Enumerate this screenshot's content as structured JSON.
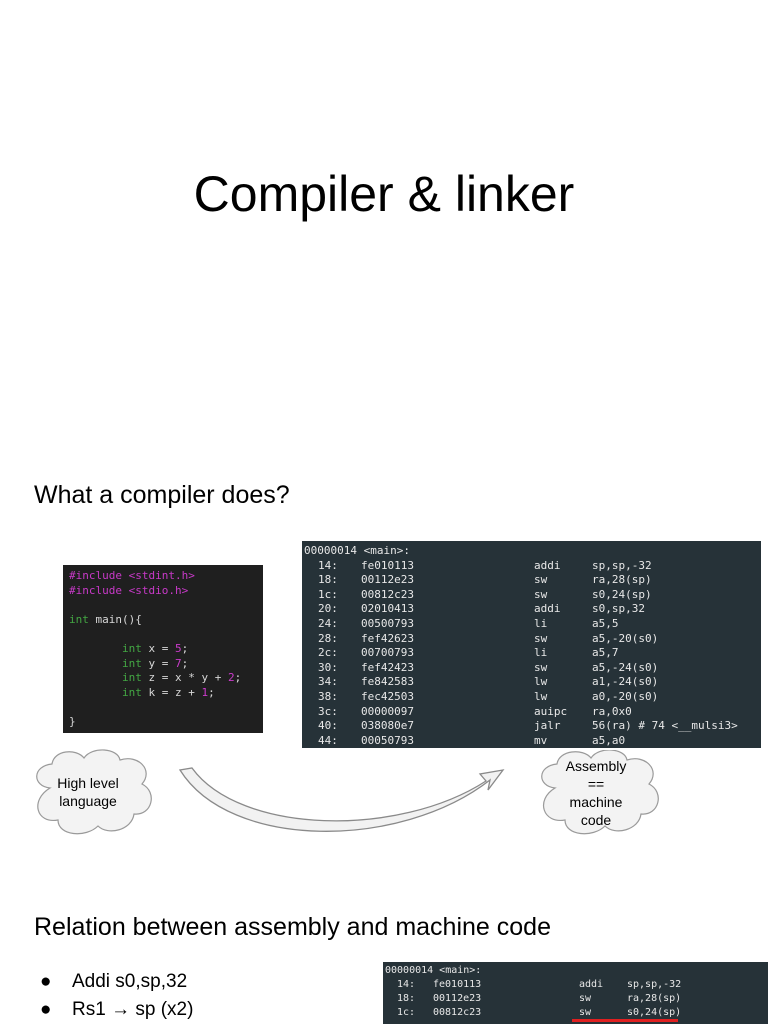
{
  "title": "Compiler & linker",
  "section1": {
    "heading": "What a compiler does?"
  },
  "c_code": [
    [
      {
        "t": "#include <stdint.h>",
        "c": "pp"
      }
    ],
    [
      {
        "t": "#include <stdio.h>",
        "c": "pp"
      }
    ],
    [
      {
        "t": "",
        "c": "plain"
      }
    ],
    [
      {
        "t": "int",
        "c": "kw"
      },
      {
        "t": " main(){",
        "c": "plain"
      }
    ],
    [
      {
        "t": "",
        "c": "plain"
      }
    ],
    [
      {
        "t": "        ",
        "c": "plain"
      },
      {
        "t": "int",
        "c": "kw"
      },
      {
        "t": " x = ",
        "c": "plain"
      },
      {
        "t": "5",
        "c": "num"
      },
      {
        "t": ";",
        "c": "plain"
      }
    ],
    [
      {
        "t": "        ",
        "c": "plain"
      },
      {
        "t": "int",
        "c": "kw"
      },
      {
        "t": " y = ",
        "c": "plain"
      },
      {
        "t": "7",
        "c": "num"
      },
      {
        "t": ";",
        "c": "plain"
      }
    ],
    [
      {
        "t": "        ",
        "c": "plain"
      },
      {
        "t": "int",
        "c": "kw"
      },
      {
        "t": " z = x * y + ",
        "c": "plain"
      },
      {
        "t": "2",
        "c": "num"
      },
      {
        "t": ";",
        "c": "plain"
      }
    ],
    [
      {
        "t": "        ",
        "c": "plain"
      },
      {
        "t": "int",
        "c": "kw"
      },
      {
        "t": " k = z + ",
        "c": "plain"
      },
      {
        "t": "1",
        "c": "num"
      },
      {
        "t": ";",
        "c": "plain"
      }
    ],
    [
      {
        "t": "",
        "c": "plain"
      }
    ],
    [
      {
        "t": "}",
        "c": "plain"
      }
    ]
  ],
  "asm_header": "00000014 <main>:",
  "asm_rows": [
    {
      "addr": "14:",
      "hex": "fe010113",
      "op": "addi",
      "args": "sp,sp,-32"
    },
    {
      "addr": "18:",
      "hex": "00112e23",
      "op": "sw",
      "args": "ra,28(sp)"
    },
    {
      "addr": "1c:",
      "hex": "00812c23",
      "op": "sw",
      "args": "s0,24(sp)"
    },
    {
      "addr": "20:",
      "hex": "02010413",
      "op": "addi",
      "args": "s0,sp,32"
    },
    {
      "addr": "24:",
      "hex": "00500793",
      "op": "li",
      "args": "a5,5"
    },
    {
      "addr": "28:",
      "hex": "fef42623",
      "op": "sw",
      "args": "a5,-20(s0)"
    },
    {
      "addr": "2c:",
      "hex": "00700793",
      "op": "li",
      "args": "a5,7"
    },
    {
      "addr": "30:",
      "hex": "fef42423",
      "op": "sw",
      "args": "a5,-24(s0)"
    },
    {
      "addr": "34:",
      "hex": "fe842583",
      "op": "lw",
      "args": "a1,-24(s0)"
    },
    {
      "addr": "38:",
      "hex": "fec42503",
      "op": "lw",
      "args": "a0,-20(s0)"
    },
    {
      "addr": "3c:",
      "hex": "00000097",
      "op": "auipc",
      "args": "ra,0x0"
    },
    {
      "addr": "40:",
      "hex": "038080e7",
      "op": "jalr",
      "args": "56(ra) # 74 <__mulsi3>"
    },
    {
      "addr": "44:",
      "hex": "00050793",
      "op": "mv",
      "args": "a5,a0"
    }
  ],
  "cloud_left": {
    "line1": "High level",
    "line2": "language"
  },
  "cloud_right": {
    "line1": "Assembly",
    "line2": "==",
    "line3": "machine",
    "line4": "code"
  },
  "section2": {
    "heading": "Relation between assembly and machine code",
    "bullets": [
      "Addi s0,sp,32",
      "Rs1 → sp (x2)"
    ]
  },
  "asm_small_header": "00000014 <main>:",
  "asm_small_rows": [
    {
      "addr": "14:",
      "hex": "fe010113",
      "op": "addi",
      "args": "sp,sp,-32"
    },
    {
      "addr": "18:",
      "hex": "00112e23",
      "op": "sw",
      "args": "ra,28(sp)"
    },
    {
      "addr": "1c:",
      "hex": "00812c23",
      "op": "sw",
      "args": "s0,24(sp)"
    }
  ],
  "colors": {
    "highlight": "#e02020",
    "arrow_fill": "#f2f2f2",
    "arrow_stroke": "#8a8a8a"
  }
}
